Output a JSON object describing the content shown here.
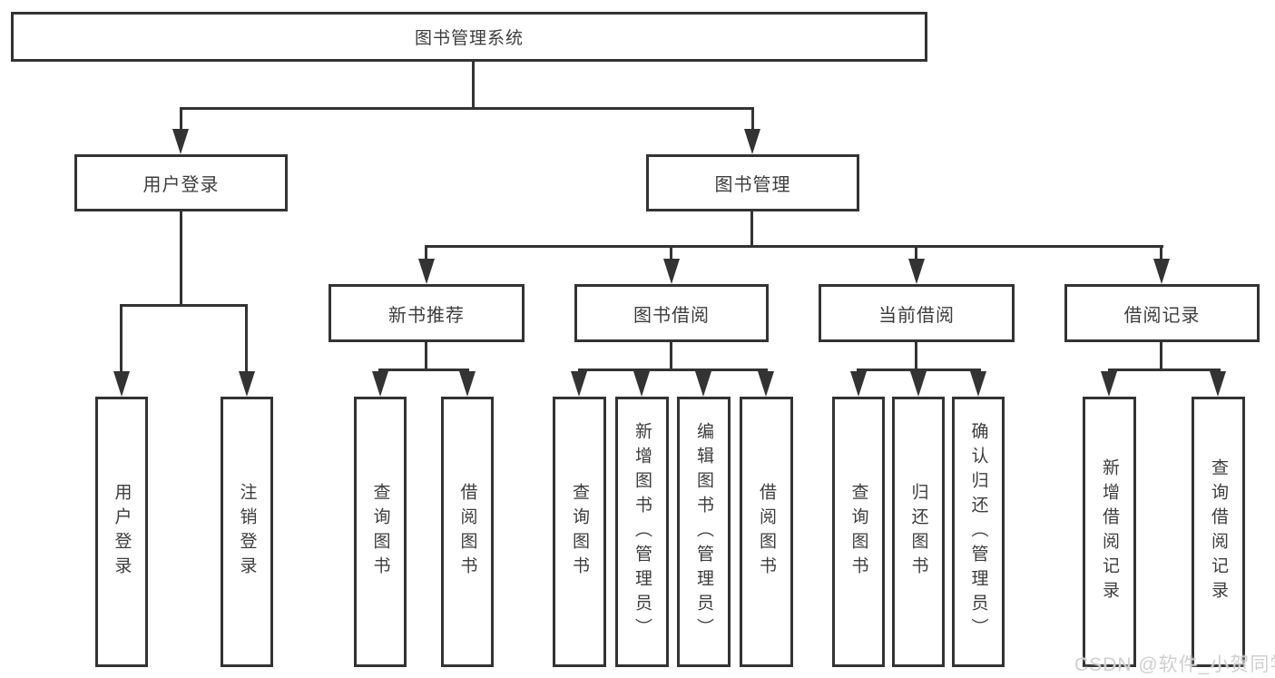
{
  "diagram": {
    "root": {
      "label": "图书管理系统"
    },
    "branches": [
      {
        "label": "用户登录",
        "children": [
          {
            "label": "用户登录"
          },
          {
            "label": "注销登录"
          }
        ]
      },
      {
        "label": "图书管理",
        "children": [
          {
            "label": "新书推荐",
            "children": [
              {
                "label": "查询图书"
              },
              {
                "label": "借阅图书"
              }
            ]
          },
          {
            "label": "图书借阅",
            "children": [
              {
                "label": "查询图书"
              },
              {
                "label": "新增图书（管理员）"
              },
              {
                "label": "编辑图书（管理员）"
              },
              {
                "label": "借阅图书"
              }
            ]
          },
          {
            "label": "当前借阅",
            "children": [
              {
                "label": "查询图书"
              },
              {
                "label": "归还图书"
              },
              {
                "label": "确认归还（管理员）"
              }
            ]
          },
          {
            "label": "借阅记录",
            "children": [
              {
                "label": "新增借阅记录"
              },
              {
                "label": "查询借阅记录"
              }
            ]
          }
        ]
      }
    ]
  },
  "watermark": {
    "text": "CSDN @软件_小贺同学"
  },
  "colors": {
    "line": "#333333",
    "text": "#3d3d3d",
    "node_fill": "#ffffff",
    "watermark": "#cfcfcf",
    "background": "#ffffff"
  }
}
